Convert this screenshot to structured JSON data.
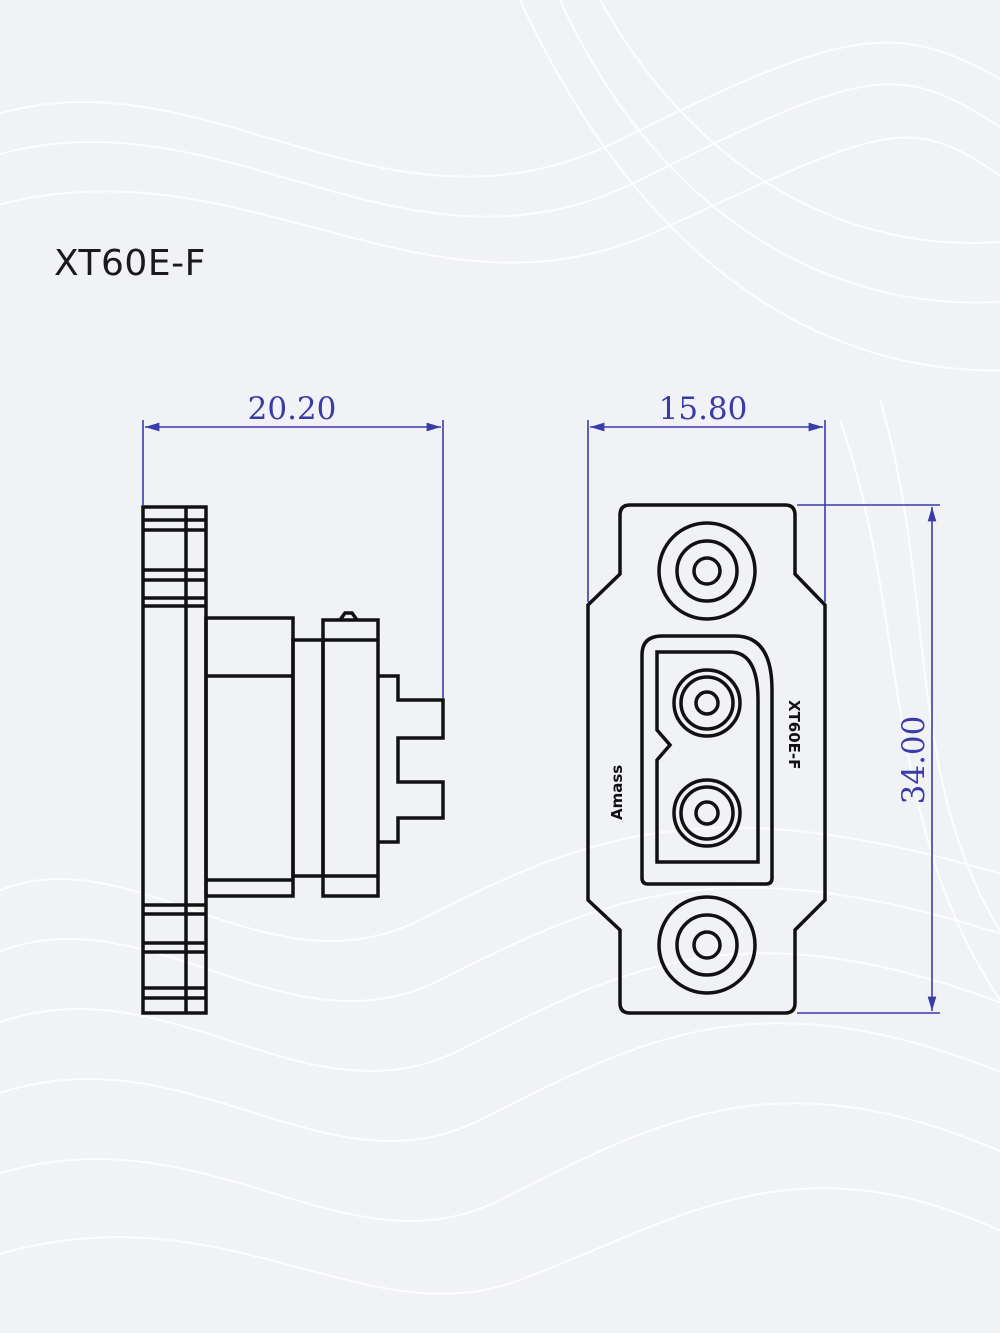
{
  "title": "XT60E-F",
  "dimensions": {
    "width_side": "20.20",
    "width_front": "15.80",
    "height_front": "34.00"
  },
  "markings": {
    "brand": "Amass",
    "model": "XT60E-F"
  },
  "colors": {
    "background": "#f1f2f5",
    "outline": "#111111",
    "dimension": "#3b3ba8"
  }
}
